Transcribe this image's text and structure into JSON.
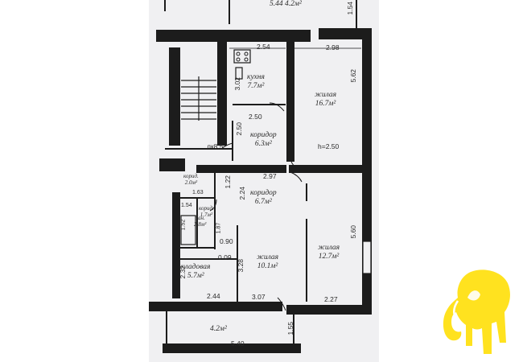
{
  "plan": {
    "rooms": {
      "balcony_top": {
        "name": "",
        "area": "5.44 4.2м²"
      },
      "kitchen": {
        "name": "кухня",
        "area": "7.7м²"
      },
      "living_top": {
        "name": "жилая",
        "area": "16.7м²"
      },
      "corridor_1": {
        "name": "коридор",
        "area": "6.3м²"
      },
      "corridor_2": {
        "name": "коридор",
        "area": "6.7м²"
      },
      "corridor_small": {
        "name": "корид.",
        "area": "2.0м²"
      },
      "corridor_tiny": {
        "name": "корид.",
        "area": "1.7м²"
      },
      "bath": {
        "name": "бан.",
        "area": "2.8м²"
      },
      "living_mid": {
        "name": "жилая",
        "area": "10.1м²"
      },
      "living_right": {
        "name": "жилая",
        "area": "12.7м²"
      },
      "storage": {
        "name": "кладовая",
        "area": "5.7м²"
      },
      "balcony_bottom": {
        "name": "",
        "area": "4.2м²"
      }
    },
    "dims": {
      "d_1_54_top": "1.54",
      "d_2_54": "2.54",
      "d_2_98": "2.98",
      "d_5_62": "5.62",
      "d_3_02": "3.02",
      "d_2_50_h": "2.50",
      "d_2_50_v": "2.50",
      "ceiling": "h=2.50",
      "lk": "лк8.5",
      "d_2_97": "2.97",
      "d_1_22": "1.22",
      "d_2_24": "2.24",
      "d_1_63": "1.63",
      "d_1_54": "1.54",
      "d_1_87": "1.87",
      "d_5_60": "5.60",
      "d_0_90": "0.90",
      "d_0_09": "0.09",
      "d_3_28": "3.28",
      "d_2_32": "2.32",
      "d_2_44": "2.44",
      "d_3_07": "3.07",
      "d_2_27": "2.27",
      "d_1_55": "1.55",
      "d_5_40": "5.40",
      "d_1_52": "1.52"
    }
  },
  "brand": {
    "logo_icon": "elephant-icon",
    "logo_color": "#FFE21F"
  }
}
